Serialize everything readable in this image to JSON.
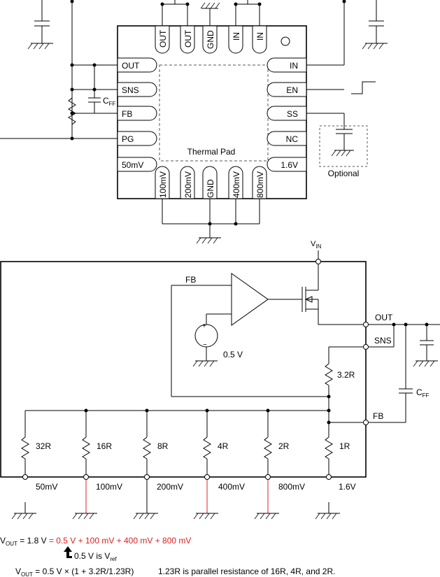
{
  "package": {
    "top_pins": [
      "OUT",
      "OUT",
      "GND",
      "IN",
      "IN"
    ],
    "left_pins": [
      "OUT",
      "SNS",
      "FB",
      "PG",
      "50mV"
    ],
    "right_pins": [
      "IN",
      "EN",
      "SS",
      "NC",
      "1.6V"
    ],
    "bottom_pins": [
      "100mV",
      "200mV",
      "GND",
      "400mV",
      "800mV"
    ],
    "thermal_pad": "Thermal Pad",
    "cff_label": "C",
    "cff_sub": "FF",
    "optional": "Optional"
  },
  "block": {
    "vin": "V",
    "vin_sub": "IN",
    "fb": "FB",
    "ref": "0.5 V",
    "out": "OUT",
    "sns": "SNS",
    "r_top": "3.2R",
    "cff": "C",
    "cff_sub": "FF",
    "fb_pin": "FB",
    "resistors": [
      "32R",
      "16R",
      "8R",
      "4R",
      "2R",
      "1R"
    ],
    "taps": [
      "50mV",
      "100mV",
      "200mV",
      "400mV",
      "800mV",
      "1.6V"
    ]
  },
  "equations": {
    "line1_lhs_v": "V",
    "line1_lhs_sub": "OUT",
    "line1_lhs_rest": " = 1.8 V ",
    "line1_red": "= 0.5 V + 100 mV + 400 mV + 800 mV",
    "line2": "0.5 V is V",
    "line2_sub": "ref",
    "line3_v": "V",
    "line3_sub": "OUT",
    "line3_rest": " = 0.5 V × (1 + 3.2R/1.23R)",
    "line3_note": "1.23R is parallel resistance of 16R, 4R, and 2R."
  },
  "colors": {
    "highlight": "#e02020"
  }
}
